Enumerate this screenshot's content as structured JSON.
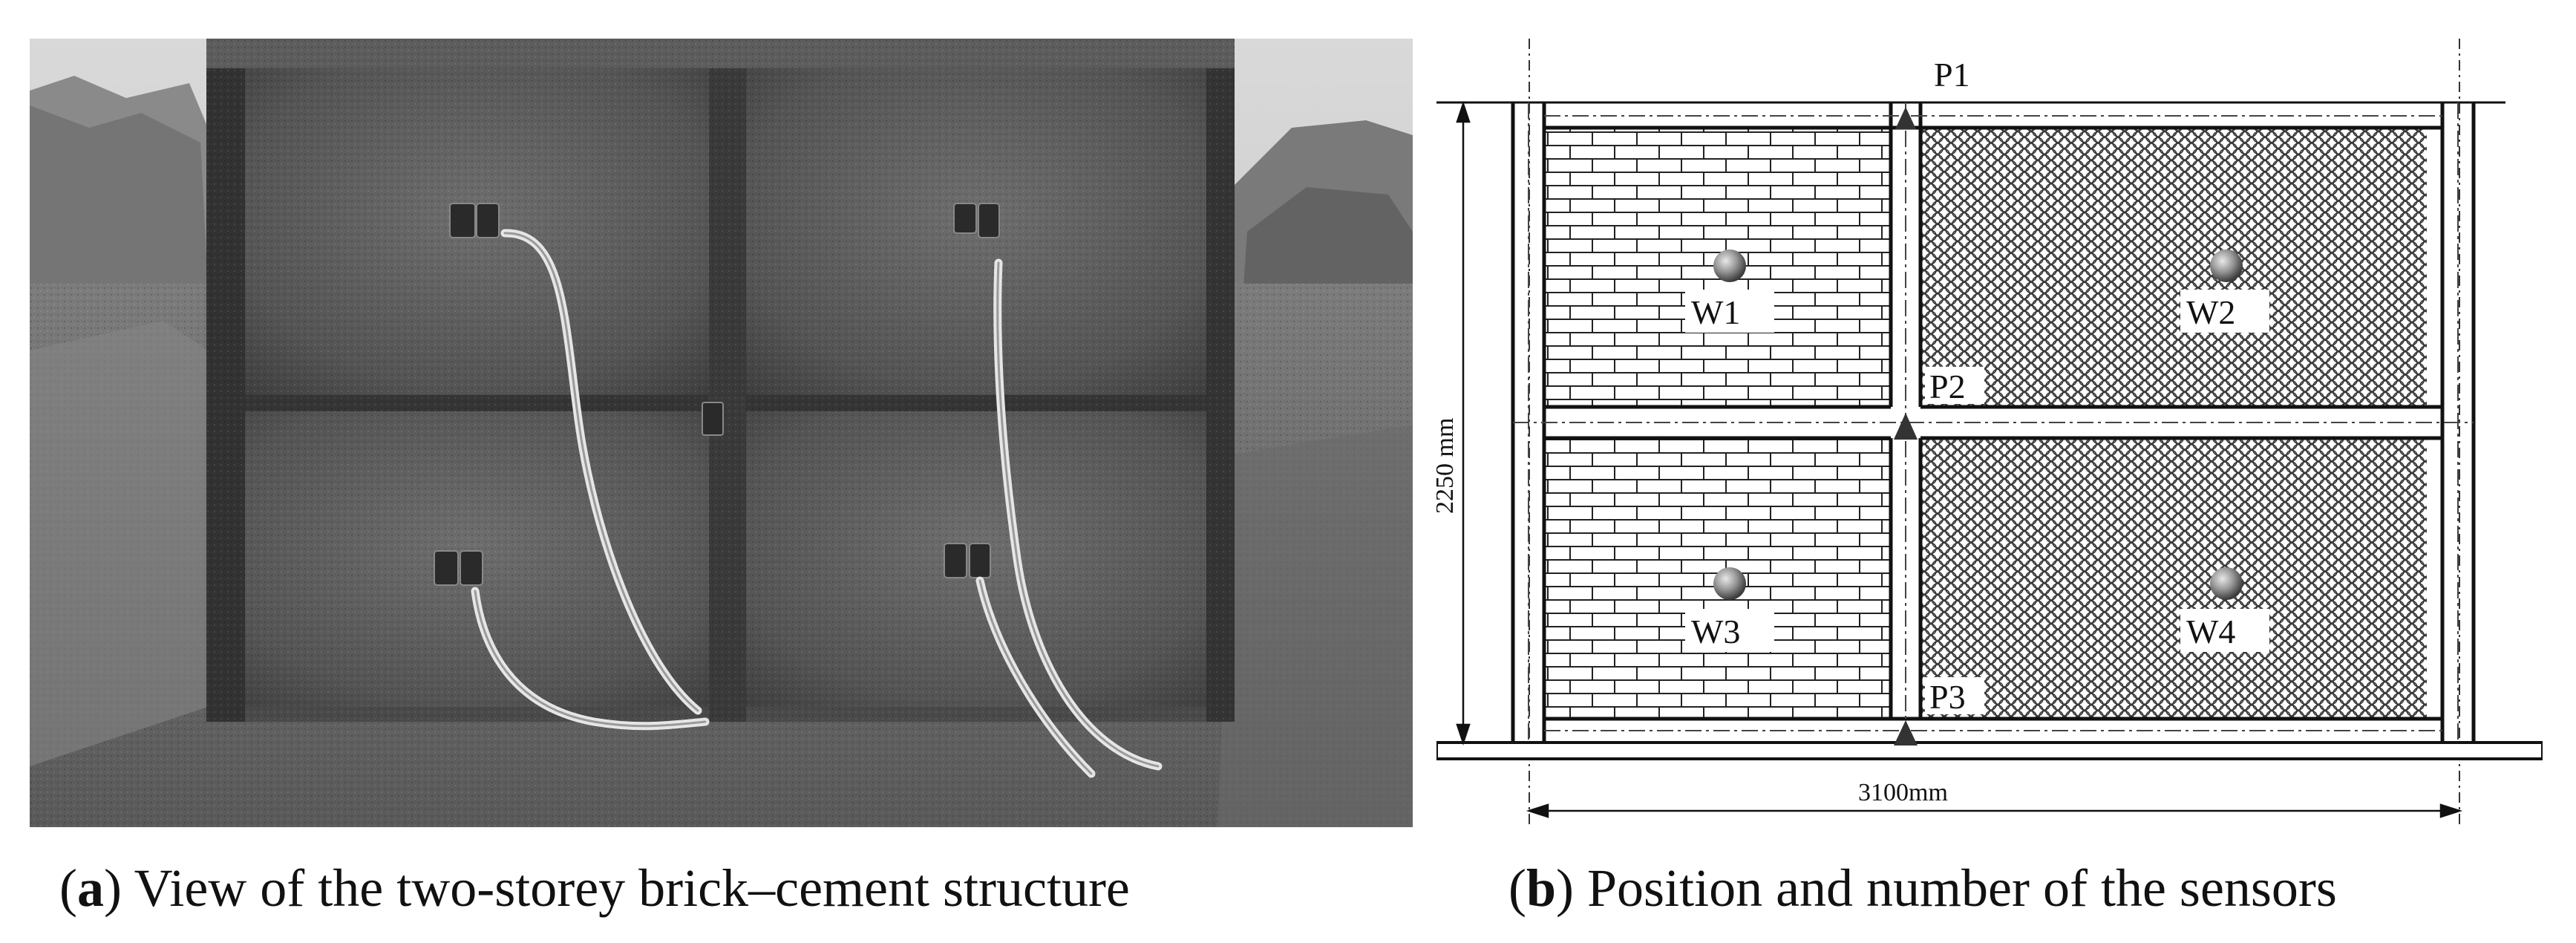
{
  "figure": {
    "panel_a": {
      "letter": "a",
      "caption": "View of the two-storey brick–cement structure"
    },
    "panel_b": {
      "letter": "b",
      "caption": "Position and number of the sensors",
      "height_dim": "2250 mm",
      "width_dim": "3100mm",
      "sensors": {
        "p1": "P1",
        "p2": "P2",
        "p3": "P3",
        "w1": "W1",
        "w2": "W2",
        "w3": "W3",
        "w4": "W4"
      }
    }
  }
}
